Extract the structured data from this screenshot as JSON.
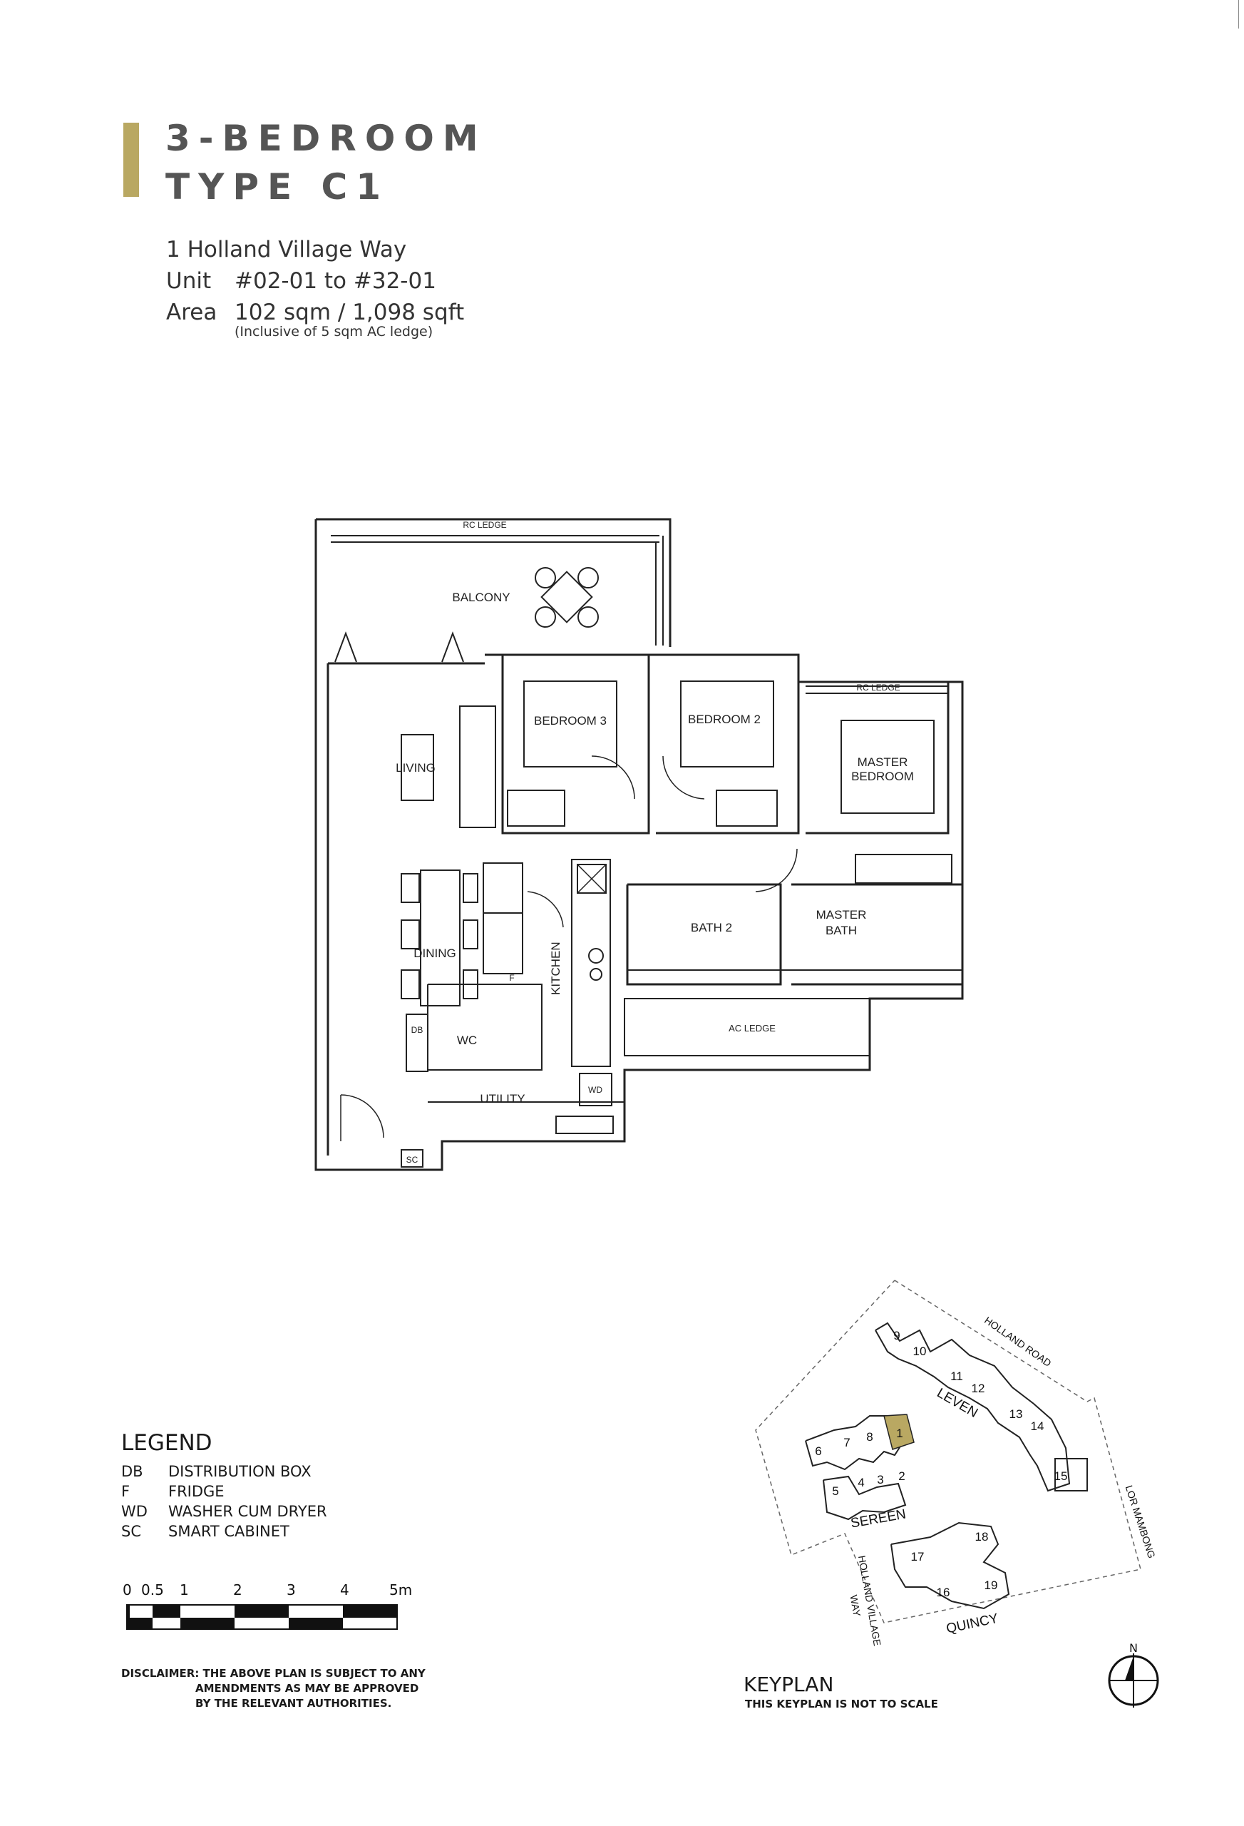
{
  "header": {
    "title_line1": "3-BEDROOM",
    "title_line2": "TYPE C1",
    "address": "1 Holland Village Way",
    "unit_label": "Unit",
    "unit_value": "#02-01 to #32-01",
    "area_label": "Area",
    "area_value": "102 sqm / 1,098 sqft",
    "area_note": "(Inclusive of 5 sqm AC ledge)"
  },
  "floor_plan": {
    "rooms": {
      "rc_ledge_top": "RC LEDGE",
      "balcony": "BALCONY",
      "bedroom3": "BEDROOM 3",
      "bedroom2": "BEDROOM 2",
      "rc_ledge_right": "RC LEDGE",
      "master_bedroom_l1": "MASTER",
      "master_bedroom_l2": "BEDROOM",
      "living": "LIVING",
      "dining": "DINING",
      "kitchen": "KITCHEN",
      "bath2": "BATH 2",
      "master_bath_l1": "MASTER",
      "master_bath_l2": "BATH",
      "ac_ledge": "AC LEDGE",
      "db": "DB",
      "fridge": "F",
      "wc": "WC",
      "utility": "UTILITY",
      "wd": "WD",
      "sc": "SC"
    }
  },
  "legend": {
    "title": "LEGEND",
    "items": [
      {
        "abbr": "DB",
        "text": "DISTRIBUTION BOX"
      },
      {
        "abbr": "F",
        "text": "FRIDGE"
      },
      {
        "abbr": "WD",
        "text": "WASHER CUM DRYER"
      },
      {
        "abbr": "SC",
        "text": "SMART CABINET"
      }
    ]
  },
  "scale_bar": {
    "labels": [
      "0",
      "0.5",
      "1",
      "2",
      "3",
      "4",
      "5m"
    ]
  },
  "disclaimer": {
    "line1": "DISCLAIMER: THE ABOVE PLAN IS SUBJECT TO ANY",
    "line2": "AMENDMENTS AS MAY BE APPROVED",
    "line3": "BY THE RELEVANT AUTHORITIES."
  },
  "keyplan": {
    "title": "KEYPLAN",
    "note": "THIS KEYPLAN IS NOT TO SCALE",
    "roads": {
      "holland_road": "HOLLAND ROAD",
      "lor_mambong": "LOR MAMBONG",
      "hv_way_l1": "HOLLAND VILLAGE",
      "hv_way_l2": "WAY"
    },
    "clusters": {
      "leven": "LEVEN",
      "sereen": "SEREEN",
      "quincy": "QUINCY"
    },
    "blocks": {
      "b1": "1",
      "b2": "2",
      "b3": "3",
      "b4": "4",
      "b5": "5",
      "b6": "6",
      "b7": "7",
      "b8": "8",
      "b9": "9",
      "b10": "10",
      "b11": "11",
      "b12": "12",
      "b13": "13",
      "b14": "14",
      "b15": "15",
      "b16": "16",
      "b17": "17",
      "b18": "18",
      "b19": "19"
    },
    "highlight_color": "#b9a862"
  },
  "compass": {
    "north": "N"
  },
  "colors": {
    "accent": "#b9a862",
    "title": "#555555"
  }
}
